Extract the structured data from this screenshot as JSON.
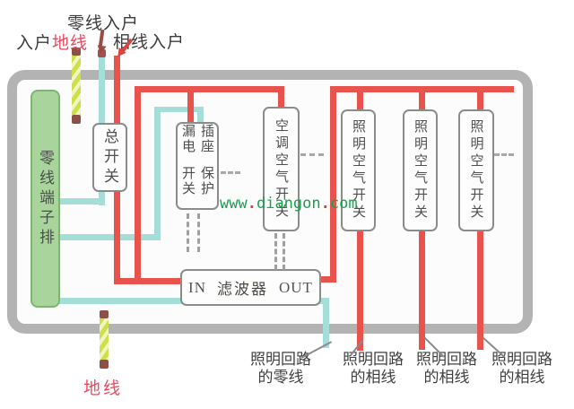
{
  "colors": {
    "phase_wire": "#e8544d",
    "neutral_wire": "#a5ddd8",
    "ground_wire": "#cde04b",
    "terminal_strip": "#a9d49b",
    "panel_border": "#b3b3b3",
    "label_red": "#e84a5f",
    "watermark_green": "#16a24b"
  },
  "top_labels": {
    "neutral_entry": "零线入户",
    "ground_entry_prefix": "入户",
    "ground_entry_highlight": "地线",
    "phase_entry": "相线入户"
  },
  "panel": {
    "terminal_strip_label": "零线端子排",
    "main_switch_label": "总开关",
    "socket_breaker_col1": "插座漏电",
    "socket_breaker_col2": "保护开关",
    "ac_breaker_label": "空调空气开关",
    "lighting_breaker_labels": [
      "照明空气开关",
      "照明空气开关",
      "照明空气开关"
    ],
    "filter_in": "IN",
    "filter_name": "滤波器",
    "filter_out": "OUT"
  },
  "bottom_labels": {
    "ground_label": "地线",
    "circuit_labels": [
      {
        "line1": "照明回路",
        "line2": "的零线"
      },
      {
        "line1": "照明回路",
        "line2": "的相线"
      },
      {
        "line1": "照明回路",
        "line2": "的相线"
      },
      {
        "line1": "照明回路",
        "line2": "的相线"
      }
    ]
  },
  "watermark": {
    "part1": "www",
    "dot1": ".",
    "part2": "diangon",
    "dot2": ".",
    "part3": "com"
  }
}
